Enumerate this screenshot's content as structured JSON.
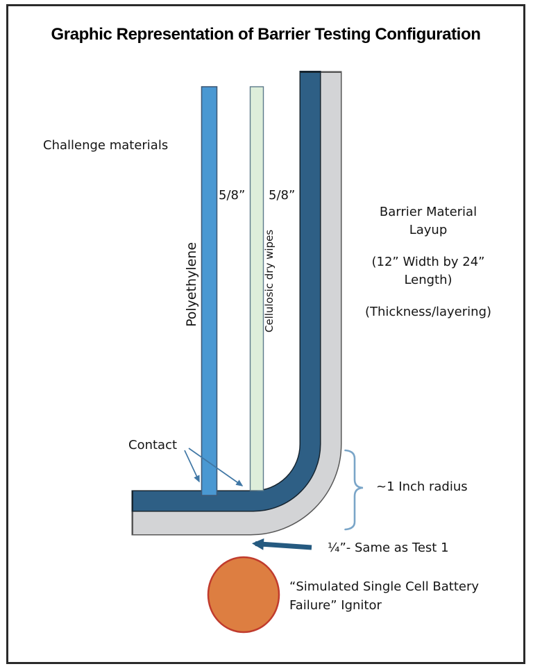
{
  "figure": {
    "title": "Graphic Representation of Barrier Testing Configuration",
    "labels": {
      "challenge_materials": "Challenge materials",
      "polyethylene": "Polyethylene",
      "cellulosic": "Cellulosic dry wipes",
      "thickness_polyethylene": "5/8”",
      "thickness_cellulosic": "5/8”",
      "contact": "Contact",
      "radius": "~1 Inch radius",
      "gap": "¼”- Same as Test 1",
      "ignitor_line1": "“Simulated Single Cell Battery",
      "ignitor_line2": "Failure” Ignitor"
    },
    "barrier_text": {
      "line1": "Barrier Material",
      "line2": "Layup",
      "line3": "(12” Width by 24”",
      "line4": "Length)",
      "line5": "(Thickness/layering)"
    },
    "colors": {
      "polyethylene_bar": "#4a98d2",
      "polyethylene_outline": "#3f5a78",
      "cellulosic_bar": "#ddeeda",
      "cellulosic_outline": "#5d7a8a",
      "barrier_inner": "#2e5f85",
      "barrier_inner_outline": "#16242f",
      "barrier_outer": "#d3d4d6",
      "barrier_outer_outline": "#565656",
      "ignitor_fill": "#dd7e41",
      "ignitor_stroke": "#c03b2d",
      "annotation_arrow": "#4077a5",
      "thick_arrow": "#255a80",
      "brace": "#7aa5c8"
    }
  }
}
